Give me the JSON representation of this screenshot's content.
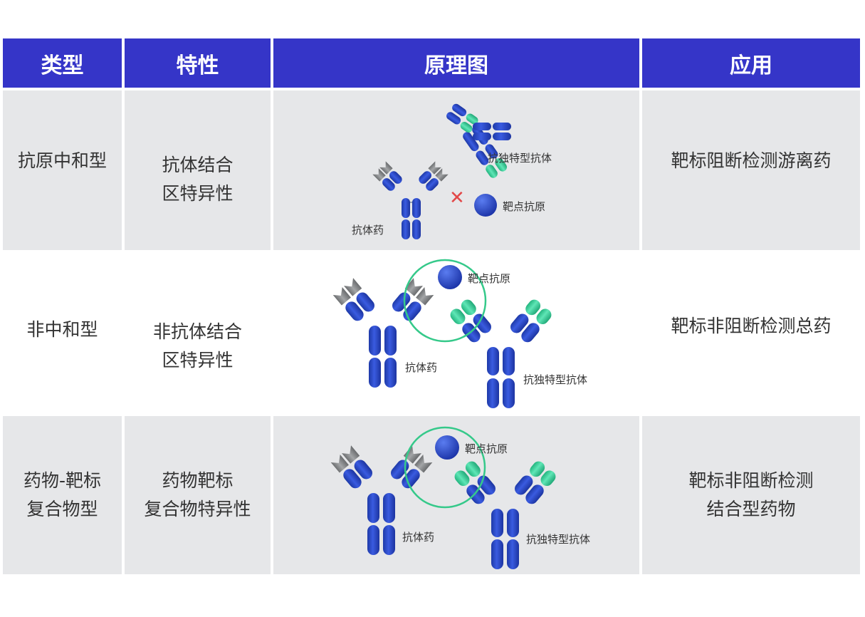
{
  "header": {
    "type": "类型",
    "property": "特性",
    "diagram": "原理图",
    "application": "应用"
  },
  "rows": [
    {
      "type": "抗原中和型",
      "property": "抗体结合\n区特异性",
      "application": "靶标阻断检测游离药",
      "labels": {
        "antibody_drug": "抗体药",
        "anti_idiotype": "抗独特型抗体",
        "target_antigen": "靶点抗原"
      }
    },
    {
      "type": "非中和型",
      "property": "非抗体结合\n区特异性",
      "application": "靶标非阻断检测总药",
      "labels": {
        "antibody_drug": "抗体药",
        "anti_idiotype": "抗独特型抗体",
        "target_antigen": "靶点抗原"
      }
    },
    {
      "type": "药物-靶标\n复合物型",
      "property": "药物靶标\n复合物特异性",
      "application": "靶标非阻断检测\n结合型药物",
      "labels": {
        "antibody_drug": "抗体药",
        "anti_idiotype": "抗独特型抗体",
        "target_antigen": "靶点抗原"
      }
    }
  ],
  "colors": {
    "header_bg": "#3535c8",
    "row_grey": "#e6e7e9",
    "antibody_blue": "#2c4ad0",
    "tip_grey": "#8a8c8e",
    "tip_green": "#3fd4a0",
    "circle_green": "#35c98a",
    "cross_red": "#e24848"
  }
}
